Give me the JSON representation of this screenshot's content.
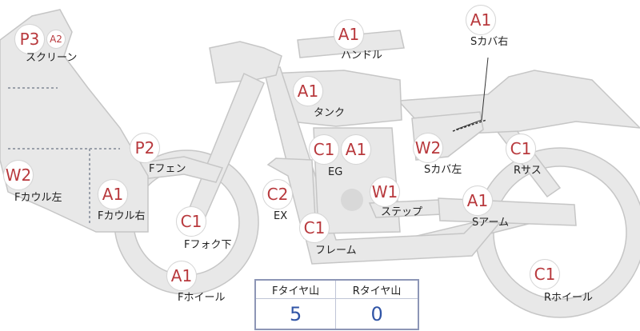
{
  "parts": [
    {
      "id": "screen",
      "code": "P3",
      "label": "スクリーン"
    },
    {
      "id": "screen-sub",
      "code": "A2"
    },
    {
      "id": "handle",
      "code": "A1",
      "label": "ハンドル"
    },
    {
      "id": "s-cover-right",
      "code": "A1",
      "label": "Sカバ右"
    },
    {
      "id": "tank",
      "code": "A1",
      "label": "タンク"
    },
    {
      "id": "f-fender",
      "code": "P2",
      "label": "Fフェン"
    },
    {
      "id": "eg-1",
      "code": "C1",
      "label": "EG"
    },
    {
      "id": "eg-2",
      "code": "A1"
    },
    {
      "id": "s-cover-left",
      "code": "W2",
      "label": "Sカバ左"
    },
    {
      "id": "r-suspension",
      "code": "C1",
      "label": "Rサス"
    },
    {
      "id": "f-cowl-left",
      "code": "W2",
      "label": "Fカウル左"
    },
    {
      "id": "f-cowl-right",
      "code": "A1",
      "label": "Fカウル右"
    },
    {
      "id": "ex",
      "code": "C2",
      "label": "EX"
    },
    {
      "id": "step",
      "code": "W1",
      "label": "ステップ"
    },
    {
      "id": "s-arm",
      "code": "A1",
      "label": "Sアーム"
    },
    {
      "id": "f-fork-lower",
      "code": "C1",
      "label": "Fフォク下"
    },
    {
      "id": "frame",
      "code": "C1",
      "label": "フレーム"
    },
    {
      "id": "f-wheel",
      "code": "A1",
      "label": "Fホイール"
    },
    {
      "id": "r-wheel",
      "code": "C1",
      "label": "Rホイール"
    }
  ],
  "tire_table": {
    "headers": [
      "Fタイヤ山",
      "Rタイヤ山"
    ],
    "values": [
      "5",
      "0"
    ]
  },
  "colors": {
    "badge_text": "#b8393d",
    "table_value": "#3155a6",
    "bike_fill": "#e8e8e8",
    "bike_stroke": "#c4c4c4"
  }
}
